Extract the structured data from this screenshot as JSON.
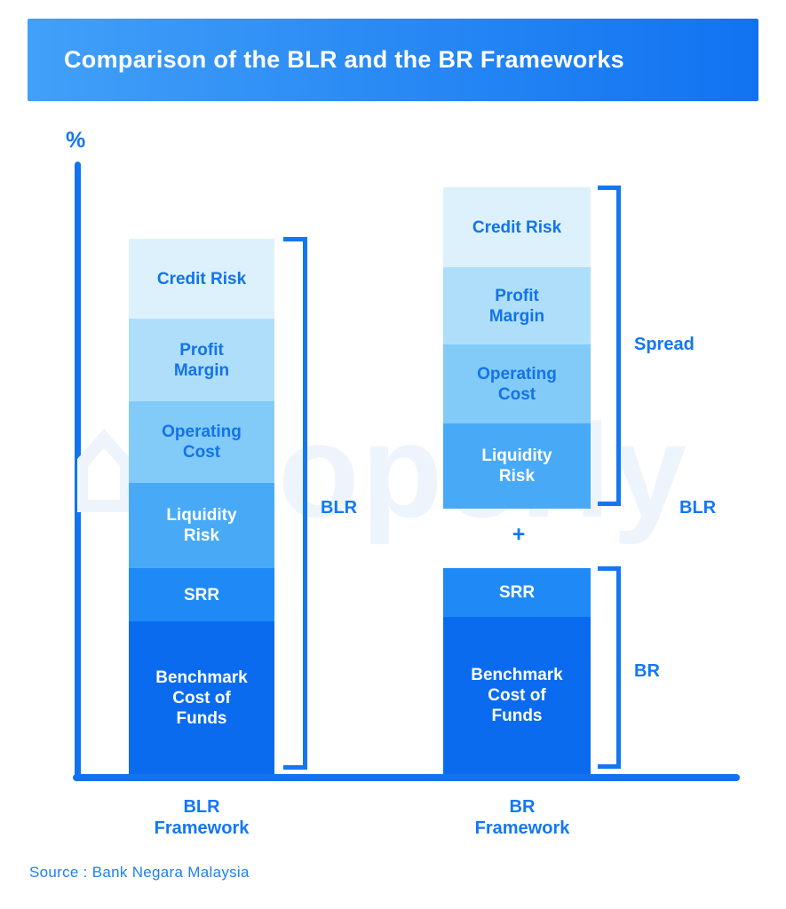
{
  "header": {
    "title": "Comparison of the BLR and the BR Frameworks"
  },
  "watermark": {
    "text": "properly"
  },
  "source": {
    "label": "Source : Bank Negara Malaysia"
  },
  "colors": {
    "banner_gradient_start": "#41a0f8",
    "banner_gradient_end": "#1173f1",
    "axis": "#1272f0",
    "bracket": "#1377f2",
    "annotation_text": "#1277f5",
    "segment_label_blue": "#1273eb",
    "source_text": "#2080f0",
    "watermark": "#eef4fb"
  },
  "chart_data": {
    "type": "bar",
    "variant": "stacked-conceptual",
    "title": "Comparison of the BLR and the BR Frameworks",
    "y_axis_label": "%",
    "value_axis": "conceptual - no numeric scale shown",
    "unit": "relative height units (estimated from pixels)",
    "categories": [
      "BLR Framework",
      "BR Framework"
    ],
    "bars": [
      {
        "category": "BLR Framework",
        "bracket_label": "BLR",
        "segments_top_to_bottom": [
          {
            "label": "Credit Risk",
            "value": 90,
            "color": "#ddf1fd",
            "text_color": "#1273eb"
          },
          {
            "label": "Profit Margin",
            "value": 93,
            "color": "#afdefb",
            "text_color": "#1273eb"
          },
          {
            "label": "Operating Cost",
            "value": 92,
            "color": "#82cbf9",
            "text_color": "#1273eb"
          },
          {
            "label": "Liquidity Risk",
            "value": 96,
            "color": "#48aaf7",
            "text_color": "#ffffff"
          },
          {
            "label": "SRR",
            "value": 60,
            "color": "#1f8af5",
            "text_color": "#ffffff"
          },
          {
            "label": "Benchmark Cost of Funds",
            "value": 172,
            "color": "#0a6bef",
            "text_color": "#ffffff"
          }
        ]
      },
      {
        "category": "BR Framework",
        "joiner": "+",
        "right_annotation": "BLR",
        "groups": [
          {
            "bracket_label": "Spread",
            "segments_top_to_bottom": [
              {
                "label": "Credit Risk",
                "value": 90,
                "color": "#ddf1fd",
                "text_color": "#1273eb"
              },
              {
                "label": "Profit Margin",
                "value": 87,
                "color": "#afdefb",
                "text_color": "#1273eb"
              },
              {
                "label": "Operating Cost",
                "value": 89,
                "color": "#82cbf9",
                "text_color": "#1273eb"
              },
              {
                "label": "Liquidity Risk",
                "value": 96,
                "color": "#48aaf7",
                "text_color": "#ffffff"
              }
            ]
          },
          {
            "bracket_label": "BR",
            "segments_top_to_bottom": [
              {
                "label": "SRR",
                "value": 55,
                "color": "#1f8af5",
                "text_color": "#ffffff"
              },
              {
                "label": "Benchmark Cost of Funds",
                "value": 177,
                "color": "#0a6bef",
                "text_color": "#ffffff"
              }
            ]
          }
        ]
      }
    ]
  }
}
